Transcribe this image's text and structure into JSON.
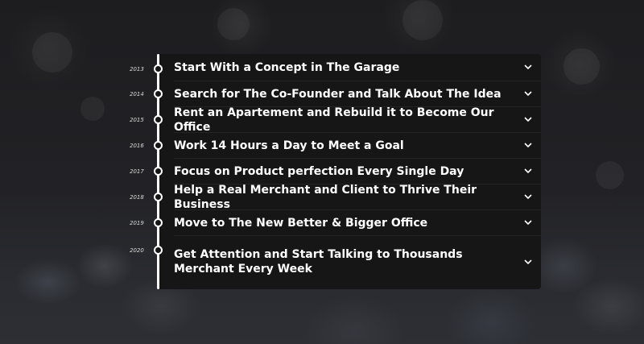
{
  "timeline": {
    "items": [
      {
        "year": "2013",
        "title": "Start With a Concept in The Garage"
      },
      {
        "year": "2014",
        "title": "Search for The Co-Founder and Talk About The Idea"
      },
      {
        "year": "2015",
        "title": "Rent an Apartement and Rebuild it to Become Our Office"
      },
      {
        "year": "2016",
        "title": "Work 14 Hours a Day to Meet a Goal"
      },
      {
        "year": "2017",
        "title": "Focus on Product perfection Every Single Day"
      },
      {
        "year": "2018",
        "title": "Help a Real Merchant and Client to Thrive Their Business"
      },
      {
        "year": "2019",
        "title": "Move to The New Better & Bigger Office"
      },
      {
        "year": "2020",
        "title": "Get Attention and Start Talking to Thousands Merchant Every Week"
      }
    ]
  },
  "icons": {
    "expand": "chevron-down-icon"
  },
  "colors": {
    "panel": "#161616",
    "text": "#ffffff",
    "line": "#ffffff"
  }
}
